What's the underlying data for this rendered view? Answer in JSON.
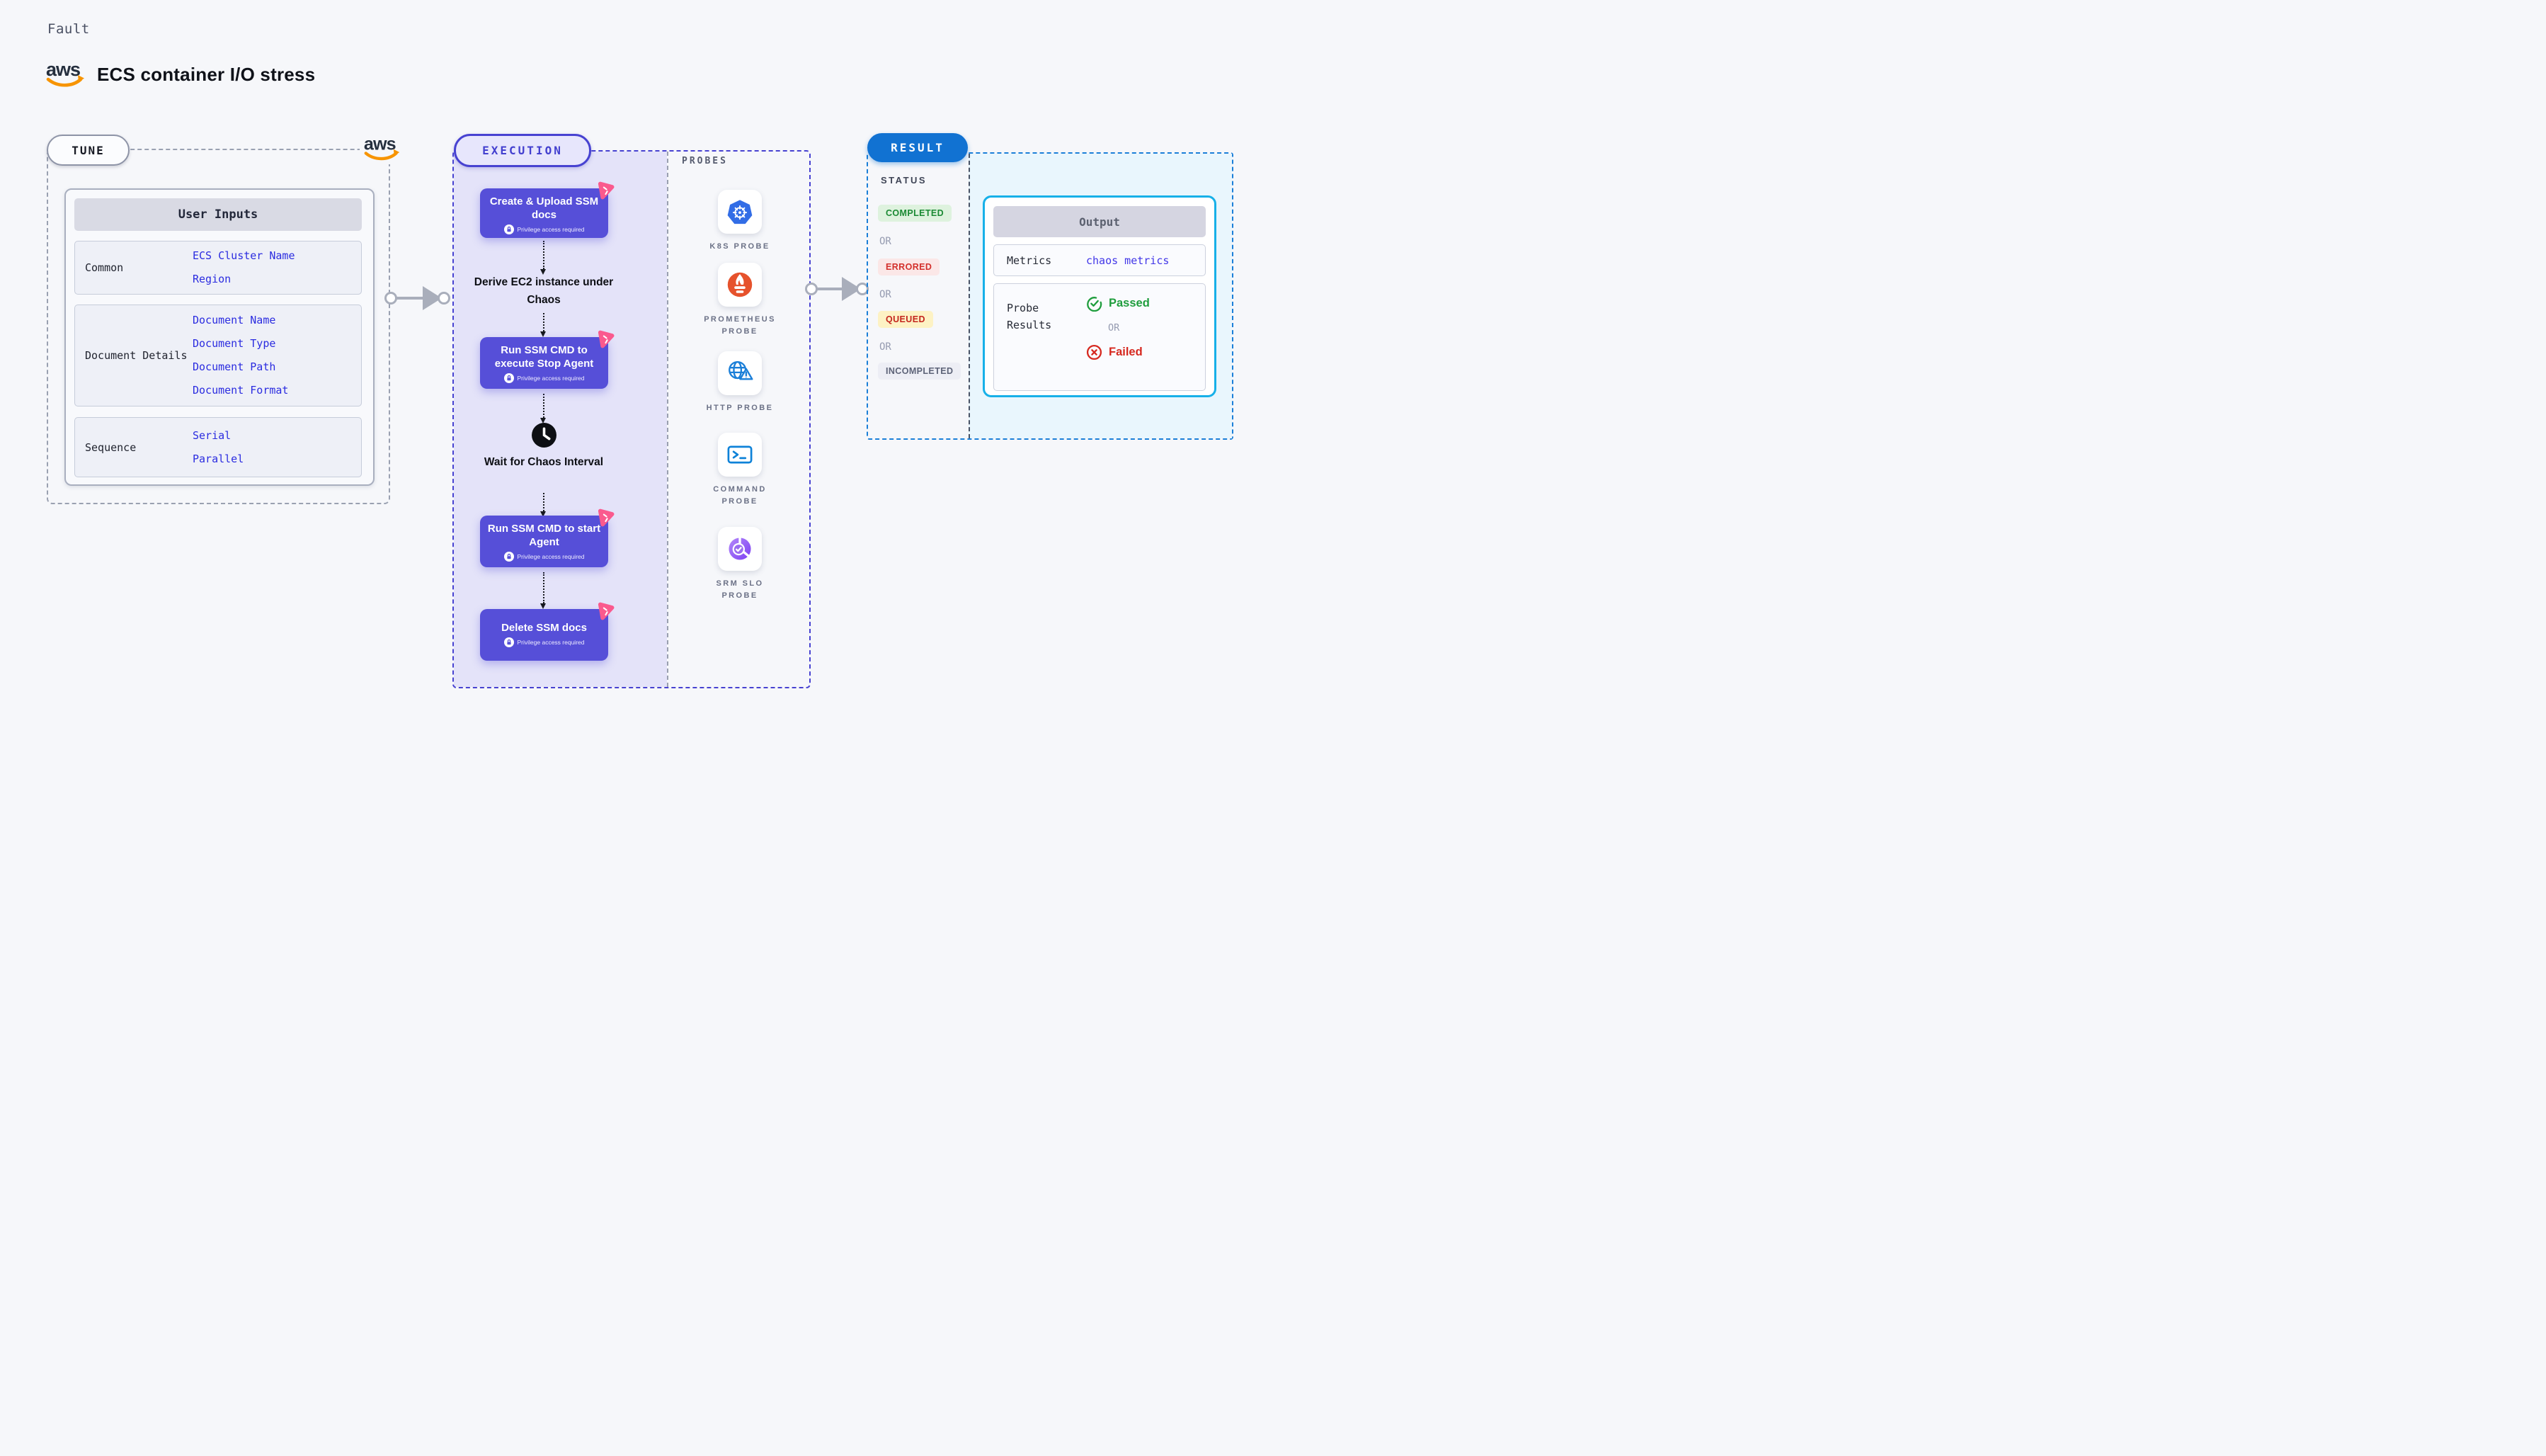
{
  "header": {
    "kind_label": "Fault",
    "title": "ECS container I/O stress",
    "brand": "aws"
  },
  "tune": {
    "pill": "TUNE",
    "table": {
      "header": "User Inputs",
      "rows": [
        {
          "label": "Common",
          "values": [
            "ECS Cluster Name",
            "Region"
          ]
        },
        {
          "label": "Document Details",
          "values": [
            "Document Name",
            "Document Type",
            "Document Path",
            "Document Format"
          ]
        },
        {
          "label": "Sequence",
          "values": [
            "Serial",
            "Parallel"
          ]
        }
      ]
    }
  },
  "execution": {
    "pill": "EXECUTION",
    "privilege_label": "Privilege access required",
    "steps": [
      {
        "type": "action",
        "title": "Create & Upload SSM docs"
      },
      {
        "type": "label",
        "title": "Derive EC2 instance under Chaos"
      },
      {
        "type": "action",
        "title": "Run SSM CMD to execute Stop Agent"
      },
      {
        "type": "wait",
        "title": "Wait for Chaos Interval"
      },
      {
        "type": "action",
        "title": "Run SSM CMD to start Agent"
      },
      {
        "type": "action",
        "title": "Delete SSM docs"
      }
    ],
    "probes_title": "PROBES",
    "probes": [
      {
        "icon": "kubernetes-icon",
        "label": "K8S PROBE"
      },
      {
        "icon": "prometheus-icon",
        "label": "PROMETHEUS PROBE"
      },
      {
        "icon": "http-icon",
        "label": "HTTP PROBE"
      },
      {
        "icon": "command-icon",
        "label": "COMMAND PROBE"
      },
      {
        "icon": "srm-slo-icon",
        "label": "SRM SLO PROBE"
      }
    ]
  },
  "result": {
    "pill": "RESULT",
    "status_title": "STATUS",
    "or_label": "OR",
    "statuses": [
      "COMPLETED",
      "ERRORED",
      "QUEUED",
      "INCOMPLETED"
    ],
    "output": {
      "header": "Output",
      "metrics_label": "Metrics",
      "metrics_value": "chaos metrics",
      "probe_results_label": "Probe Results",
      "passed": "Passed",
      "failed": "Failed"
    }
  },
  "colors": {
    "aws_orange": "#f79400",
    "aws_navy": "#252f3e",
    "flow_box_purple": "#564fd8",
    "execution_indigo": "#4742d1",
    "execution_panel": "#e4e3f9",
    "result_blue": "#1172d2",
    "output_border_cyan": "#17b0e8",
    "sparkle_pink": "#fa5a8e",
    "value_blue": "#2b2ce0",
    "status_completed": "#1b8a34",
    "status_errored": "#d3302c",
    "status_queued": "#c4251d",
    "status_incompleted": "#5d6378",
    "passed_green": "#1f9d3d",
    "failed_red": "#d6281f"
  }
}
